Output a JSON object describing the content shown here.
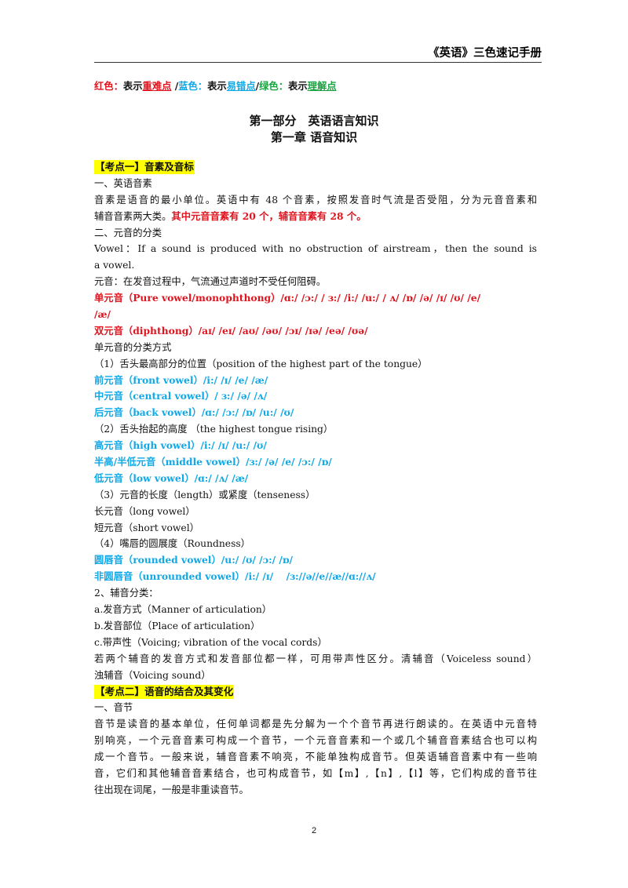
{
  "header": {
    "title": "《英语》三色速记手册"
  },
  "legend": {
    "red_name": "红色：",
    "red_desc_prefix": "表示",
    "red_key": "重难点",
    "sep1": " /",
    "blue_name": "蓝色：",
    "blue_desc_prefix": "表示",
    "blue_key": "易错点",
    "sep2": "/",
    "green_name": "绿色：",
    "green_desc_prefix": "表示",
    "green_key": "理解点"
  },
  "titles": {
    "part": "第一部分　英语语言知识",
    "chapter": "第一章 语音知识"
  },
  "lines": {
    "h1": "【考点一】音素及音标",
    "l1": "一、英语音素",
    "l2": "音素是语音的最小单位。英语中有 48 个音素，按照发音时气流是否受阻，分为元音音素和",
    "l3a": "辅音音素两大类。",
    "l3b": "其中元音音素有 20 个，辅音音素有 28 个。",
    "l4": "二、元音的分类",
    "l5": "Vowel：If a sound is produced with no obstruction of airstream，then the sound is",
    "l6": "a vowel.",
    "l7": "元音：在发音过程中，气流通过声道时不受任何阻碍。",
    "l8": "单元音（Pure vowel/monophthong）/ɑ:/ /ɔ:/ / ɜ:/ /i:/ /u:/ / ʌ/ /ɒ/ /ə/ /ɪ/ /ʊ/ /e/",
    "l9": "/æ/",
    "l10": "双元音（diphthong）/aɪ/ /eɪ/ /aʊ/ /əʊ/ /ɔɪ/ /ɪə/ /eə/ /ʊə/",
    "l11": "单元音的分类方式",
    "l12": "（1）舌头最高部分的位置（position of the highest part of the tongue）",
    "l13": "前元音（front vowel）/i:/ /ɪ/ /e/ /æ/",
    "l14": "中元音（central vowel）/ ɜ:/ /ə/ /ʌ/",
    "l15": "后元音（back vowel）/ɑ:/ /ɔ:/ /ɒ/ /u:/ /ʊ/",
    "l16": "（2）舌头抬起的高度 （the highest tongue rising）",
    "l17": "高元音（high vowel）/i:/ /ɪ/ /u:/ /ʊ/",
    "l18": "半高/半低元音（middle vowel）/ɜ:/ /ə/ /e/ /ɔ:/ /ɒ/",
    "l19": "低元音（low vowel）/ɑ:/ /ʌ/ /æ/",
    "l20": "（3）元音的长度（length）或紧度（tenseness）",
    "l21": "长元音（long vowel）",
    "l22": "短元音（short vowel）",
    "l23": "（4）嘴唇的圆展度（Roundness）",
    "l24": "圆唇音（rounded vowel）/u:/ /ʊ/ /ɔ:/ /ɒ/",
    "l25": "非圆唇音（unrounded vowel）/i:/ /ɪ/ 　/ɜ://ə//e//æ//ɑ://ʌ/",
    "l26": "2、辅音分类：",
    "l27": "a.发音方式（Manner of articulation）",
    "l28": "b.发音部位（Place of articulation）",
    "l29": "c.带声性（Voicing; vibration of the vocal cords）",
    "l30": "若两个辅音的发音方式和发音部位都一样，可用带声性区分。清辅音（Voiceless sound）",
    "l31": "浊辅音（Voicing sound）",
    "h2": "【考点二】语音的结合及其变化",
    "l32": "一、音节",
    "l33": "音节是读音的基本单位，任何单词都是先分解为一个个音节再进行朗读的。在英语中元音特",
    "l34": "别响亮，一个元音音素可构成一个音节，一个元音音素和一个或几个辅音音素结合也可以构",
    "l35": "成一个音节。一般来说，辅音音素不响亮，不能单独构成音节。但英语辅音音素中有一些响",
    "l36": "音，它们和其他辅音音素结合，也可构成音节，如【m】,【n】,【l】等，它们构成的音节往",
    "l37": "往出现在词尾，一般是非重读音节。"
  },
  "page_number": "2",
  "colors": {
    "red": "#e0141e",
    "blue": "#10a8e6",
    "green": "#19a442",
    "highlight": "#ffff00"
  }
}
